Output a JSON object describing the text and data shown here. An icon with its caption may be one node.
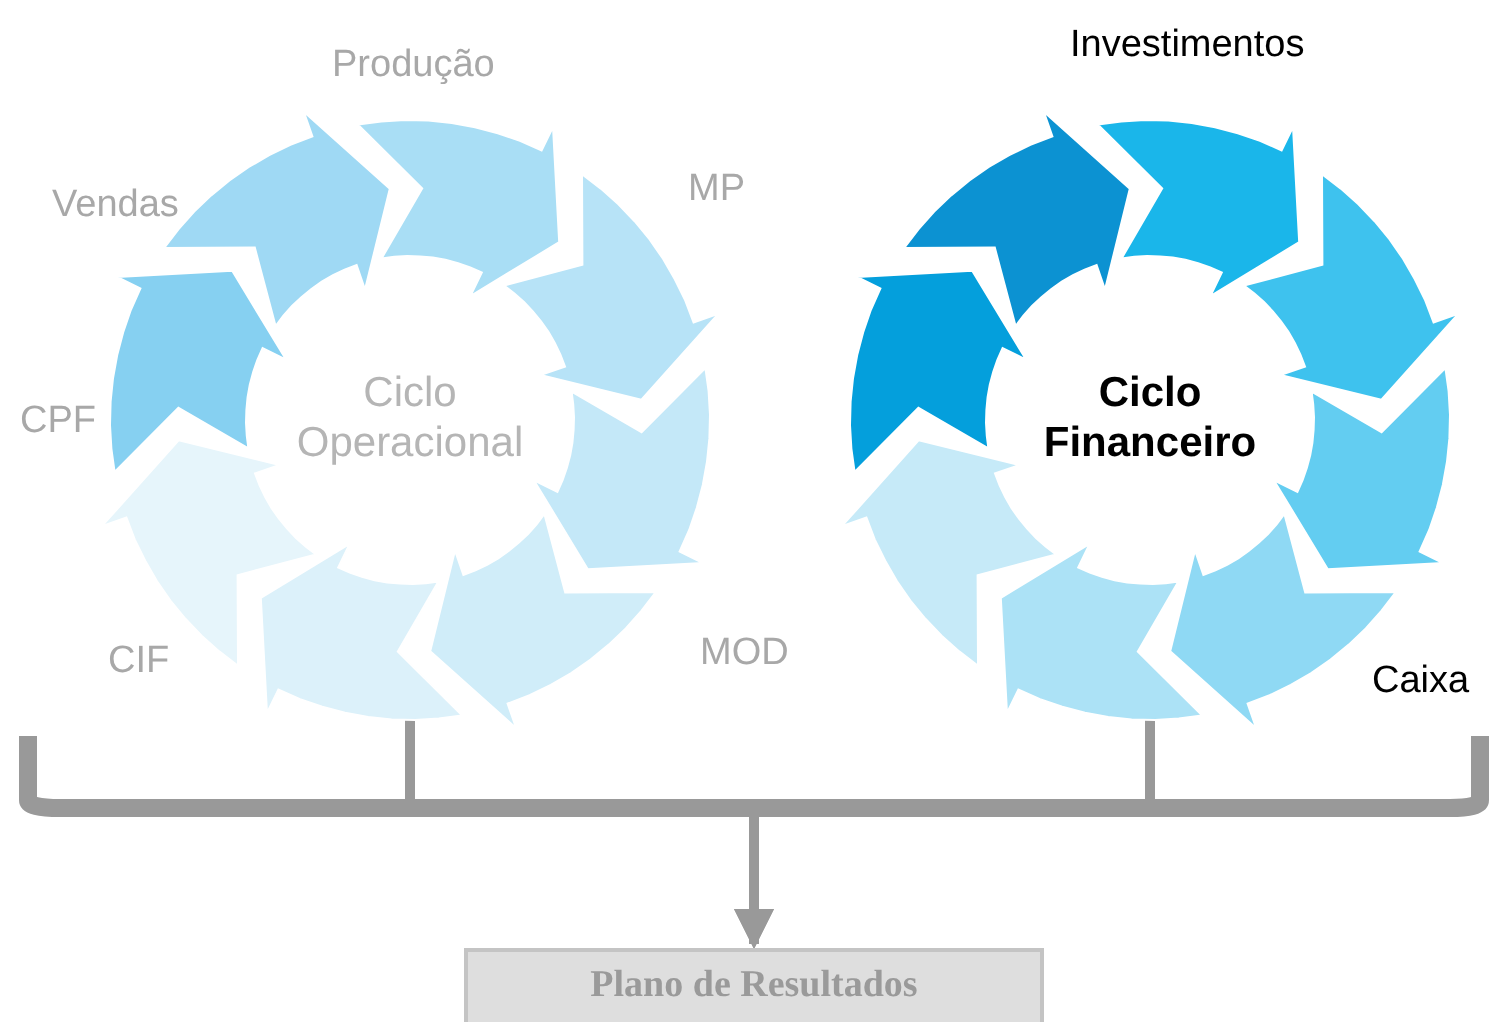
{
  "diagram": {
    "nodes": [
      {
        "text": [
          "Ciclo Operacional"
        ]
      },
      {
        "text": [
          "Ciclo Financeiro"
        ]
      },
      {
        "text": [
          "Plano de Resultados"
        ]
      }
    ],
    "edges": [
      {
        "from": 0,
        "to": 2,
        "arrow": "to"
      },
      {
        "from": 1,
        "to": 2,
        "arrow": "to"
      }
    ],
    "labels": [
      "Investimentos",
      "Produção",
      "MP",
      "Vendas",
      "CPF",
      "MOD",
      "CIF",
      "Caixa"
    ]
  }
}
